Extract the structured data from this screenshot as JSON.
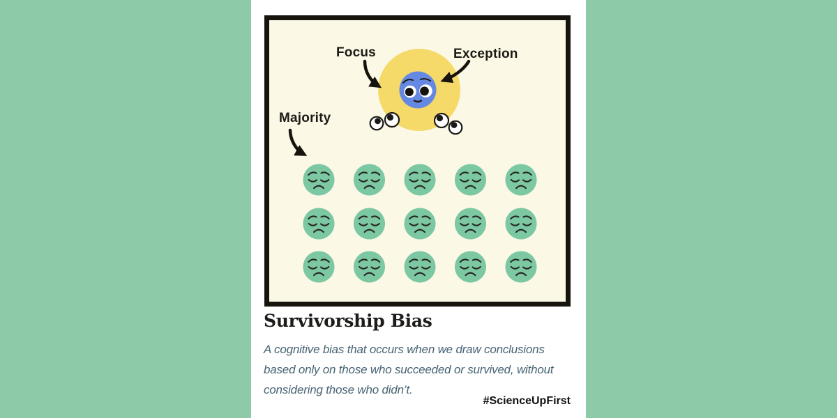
{
  "page": {
    "background_color": "#8ccaa8",
    "card_background": "#ffffff"
  },
  "illustration": {
    "frame": {
      "background_color": "#fcf8e6",
      "border_color": "#17130d"
    },
    "labels": {
      "focus": "Focus",
      "exception": "Exception",
      "majority": "Majority"
    },
    "exception_face": {
      "face_color": "#6589e2",
      "spotlight_color": "#f5da69"
    },
    "majority_faces": {
      "count": 15,
      "rows": 3,
      "columns": 5,
      "face_color": "#7cc8a2",
      "expression": "sad"
    },
    "peeking_eyes": {
      "pairs": 2,
      "eye_color": "#ffffff",
      "pupil_color": "#1b1916"
    }
  },
  "caption": {
    "title": "Survivorship Bias",
    "description_lines": [
      "A cognitive bias that occurs when we draw conclusions",
      "based only on those who succeeded or survived, without",
      "considering those who didn’t."
    ],
    "hashtag": "#ScienceUpFirst"
  }
}
